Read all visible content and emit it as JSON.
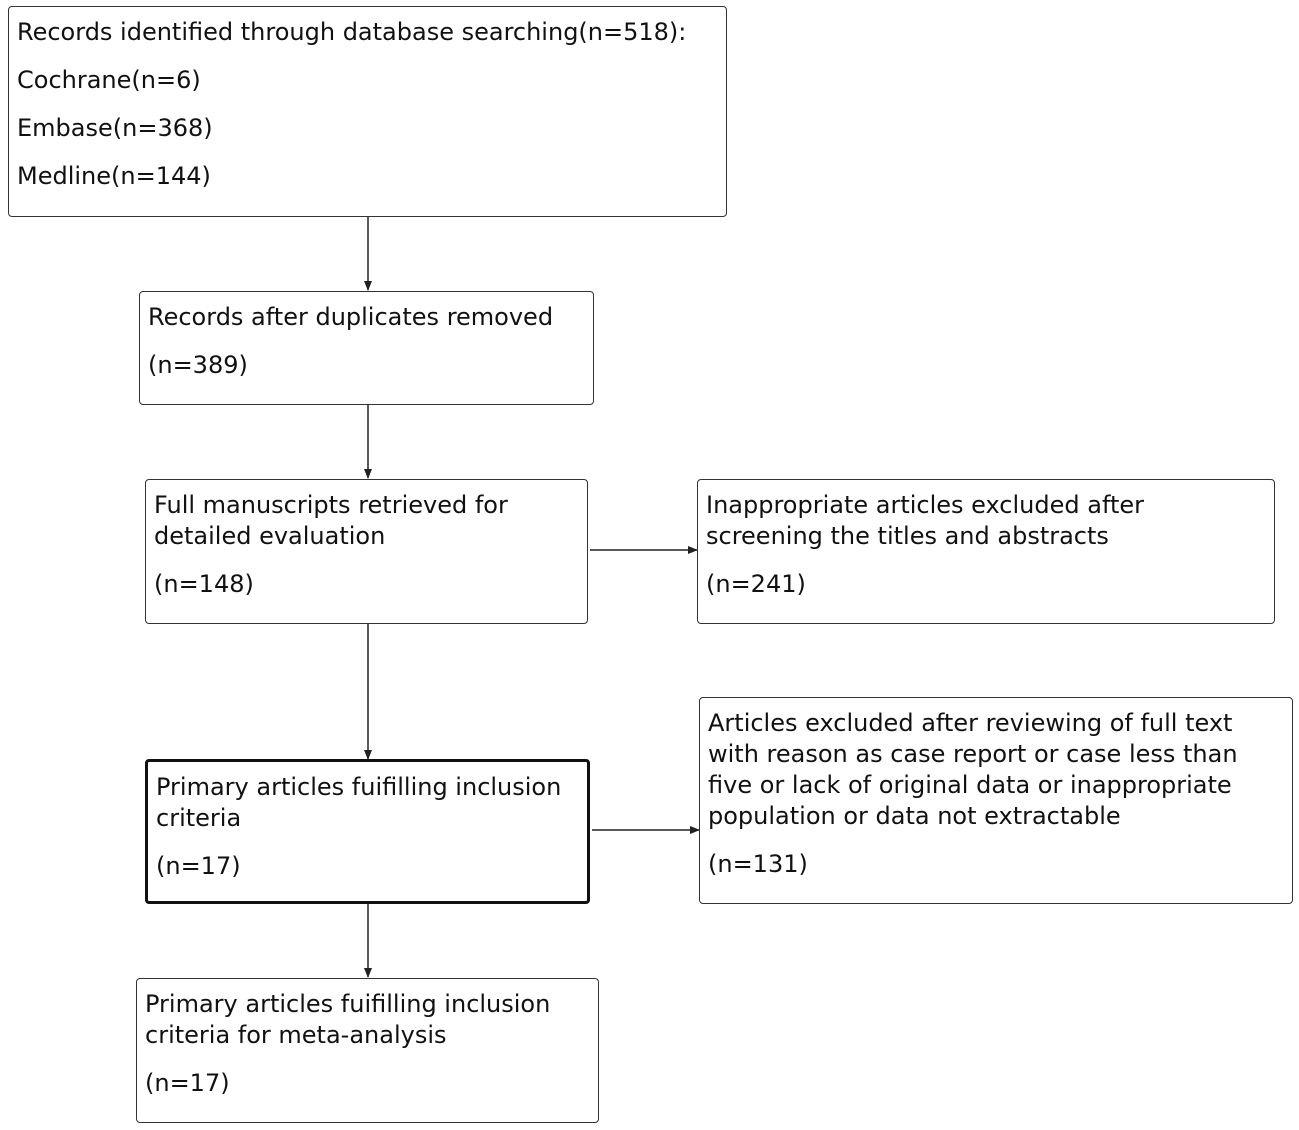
{
  "boxes": {
    "identified": {
      "heading": "Records identified through database searching(n=518):",
      "sources": [
        "Cochrane(n=6)",
        "Embase(n=368)",
        "Medline(n=144)"
      ]
    },
    "after_duplicates": {
      "text": "Records after duplicates removed",
      "count": "(n=389)"
    },
    "full_manuscripts": {
      "lines": [
        "Full manuscripts retrieved for",
        "detailed evaluation"
      ],
      "count": "(n=148)"
    },
    "excluded_screening": {
      "lines": [
        "Inappropriate articles excluded after",
        "screening the titles and abstracts"
      ],
      "count": "(n=241)"
    },
    "primary_articles": {
      "lines": [
        "Primary articles fuifilling inclusion",
        "criteria"
      ],
      "count": "(n=17)"
    },
    "excluded_fulltext": {
      "lines": [
        "Articles excluded after reviewing of full text",
        "with reason as case report or case less than",
        "five or lack of original data or inappropriate",
        "population or data not extractable"
      ],
      "count": "(n=131)"
    },
    "meta_analysis": {
      "lines": [
        "Primary articles fuifilling inclusion",
        "criteria for meta-analysis"
      ],
      "count": "(n=17)"
    }
  }
}
